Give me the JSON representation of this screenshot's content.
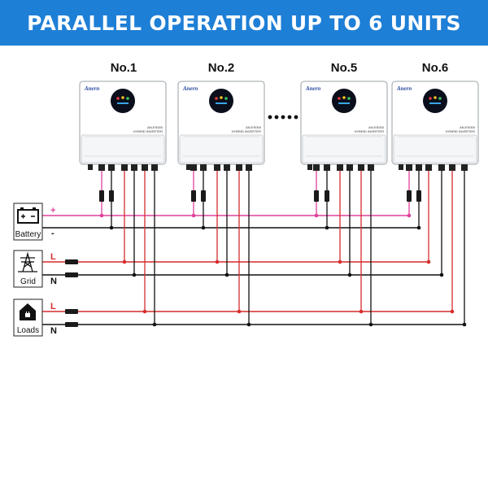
{
  "title": "PARALLEL OPERATION UP TO 6 UNITS",
  "units": [
    {
      "label": "No.1",
      "brand": "Anern",
      "model": "AN-ES000",
      "subtitle": "HYBRID INVERTER"
    },
    {
      "label": "No.2",
      "brand": "Anern",
      "model": "AN-ES000",
      "subtitle": "HYBRID INVERTER"
    },
    {
      "label": "No.5",
      "brand": "Anern",
      "model": "AN-ES000",
      "subtitle": "HYBRID INVERTER"
    },
    {
      "label": "No.6",
      "brand": "Anern",
      "model": "AN-ES000",
      "subtitle": "HYBRID INVERTER"
    }
  ],
  "devices": {
    "battery": {
      "label": "Battery",
      "icon": "battery-icon"
    },
    "grid": {
      "label": "Grid",
      "icon": "power-tower-icon"
    },
    "loads": {
      "label": "Loads",
      "icon": "house-plug-icon"
    }
  },
  "connections": {
    "battery_positive": "+",
    "battery_negative": "-",
    "grid_line": "L",
    "grid_neutral": "N",
    "loads_line": "L",
    "loads_neutral": "N"
  },
  "colors": {
    "banner": "#1e7fd6",
    "battery_positive_wire": "#e0409a",
    "line_wire": "#d62c2c",
    "neutral_wire": "#111111"
  }
}
